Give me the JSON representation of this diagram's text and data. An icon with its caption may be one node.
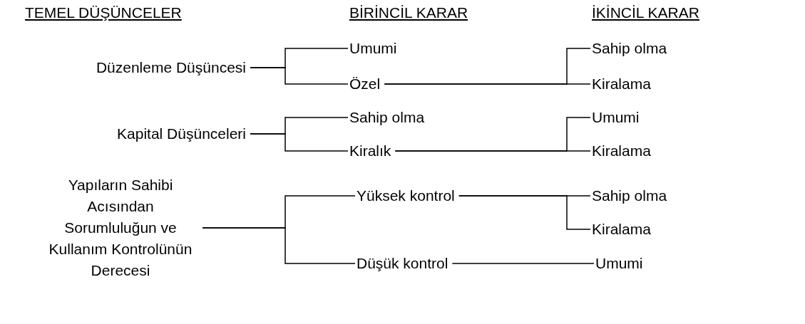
{
  "diagram": {
    "nodes": [
      {
        "text": [
          "Düzenleme Düşüncesi"
        ]
      },
      {
        "text": [
          "Umumi"
        ]
      },
      {
        "text": [
          "Özel"
        ]
      },
      {
        "text": [
          "Sahip olma"
        ]
      },
      {
        "text": [
          "Kiralama"
        ]
      },
      {
        "text": [
          "Kapital Düşünceleri"
        ]
      },
      {
        "text": [
          "Sahip olma"
        ]
      },
      {
        "text": [
          "Kiralık"
        ]
      },
      {
        "text": [
          "Umumi"
        ]
      },
      {
        "text": [
          "Kiralama"
        ]
      },
      {
        "text": [
          "Yapıların Sahibi Acısından Sorumluluğun ve Kullanım Kontrolünün Derecesi"
        ]
      },
      {
        "text": [
          "Yüksek kontrol"
        ]
      },
      {
        "text": [
          "Düşük kontrol"
        ]
      },
      {
        "text": [
          "Sahip olma"
        ]
      },
      {
        "text": [
          "Kiralama"
        ]
      },
      {
        "text": [
          "Umumi"
        ]
      }
    ],
    "edges": [
      {
        "from": 0,
        "to": 1,
        "arrow": "none"
      },
      {
        "from": 0,
        "to": 2,
        "arrow": "none"
      },
      {
        "from": 2,
        "to": 3,
        "arrow": "none"
      },
      {
        "from": 2,
        "to": 4,
        "arrow": "none"
      },
      {
        "from": 5,
        "to": 6,
        "arrow": "none"
      },
      {
        "from": 5,
        "to": 7,
        "arrow": "none"
      },
      {
        "from": 7,
        "to": 8,
        "arrow": "none"
      },
      {
        "from": 7,
        "to": 9,
        "arrow": "none"
      },
      {
        "from": 10,
        "to": 11,
        "arrow": "none"
      },
      {
        "from": 10,
        "to": 12,
        "arrow": "none"
      },
      {
        "from": 11,
        "to": 13,
        "arrow": "none"
      },
      {
        "from": 11,
        "to": 14,
        "arrow": "none"
      },
      {
        "from": 12,
        "to": 15,
        "arrow": "none"
      }
    ],
    "labels": [
      "TEMEL DÜŞÜNCELER",
      "BİRİNCİL KARAR",
      "İKİNCİL KARAR"
    ]
  }
}
